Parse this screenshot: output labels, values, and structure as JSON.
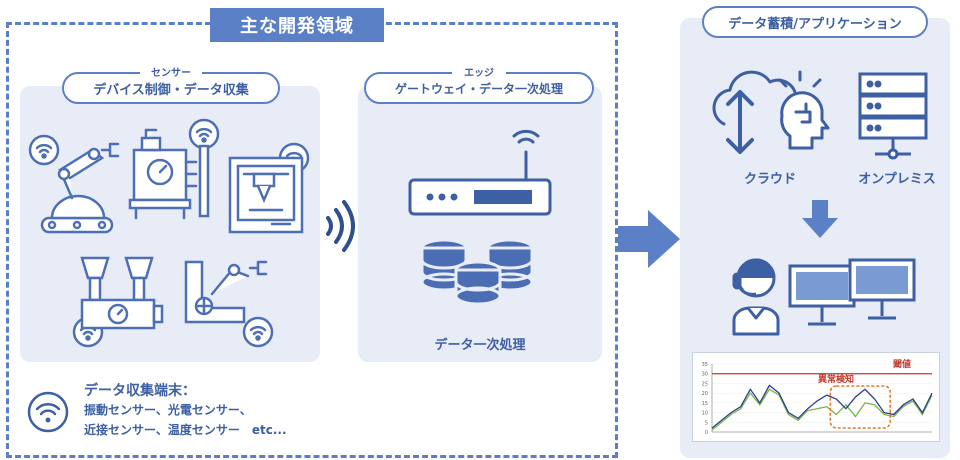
{
  "main_title": "主な開発領域",
  "sensor_panel": {
    "sub": "センサー",
    "title": "デバイス制御・データ収集"
  },
  "edge_panel": {
    "sub": "エッジ",
    "title": "ゲートウェイ・データ一次処理",
    "caption": "データ一次処理"
  },
  "legend": {
    "title": "データ収集端末：",
    "line1": "振動センサー、光電センサー、",
    "line2": "近接センサー、温度センサー　etc..."
  },
  "right_panel": {
    "title": "データ蓄積/アプリケーション",
    "cloud_label": "クラウド",
    "onprem_label": "オンプレミス"
  },
  "chart_labels": {
    "threshold": "閾値",
    "anomaly": "異常検知"
  },
  "chart_data": {
    "type": "line",
    "y_ticks": [
      "35",
      "30",
      "25",
      "20",
      "15",
      "10",
      "5",
      "0"
    ],
    "ylim": [
      0,
      35
    ],
    "threshold": 30,
    "series": [
      {
        "values": [
          2,
          6,
          10,
          13,
          22,
          15,
          24,
          20,
          10,
          7,
          12,
          16,
          19,
          17,
          12,
          18,
          22,
          17,
          10,
          9,
          14,
          17,
          10,
          20
        ]
      },
      {
        "values": [
          1,
          5,
          9,
          12,
          20,
          14,
          22,
          19,
          9,
          6,
          11,
          12,
          13,
          9,
          14,
          8,
          15,
          14,
          9,
          8,
          13,
          16,
          9,
          19
        ]
      }
    ],
    "anomaly_range": [
      13,
      18
    ]
  },
  "colors": {
    "accent": "#5b80c6",
    "panel_bg": "#e7ecf6",
    "threshold": "#c0392b",
    "anomaly": "#e07b2a",
    "series1": "#2c3e8f",
    "series2": "#7ab648"
  }
}
